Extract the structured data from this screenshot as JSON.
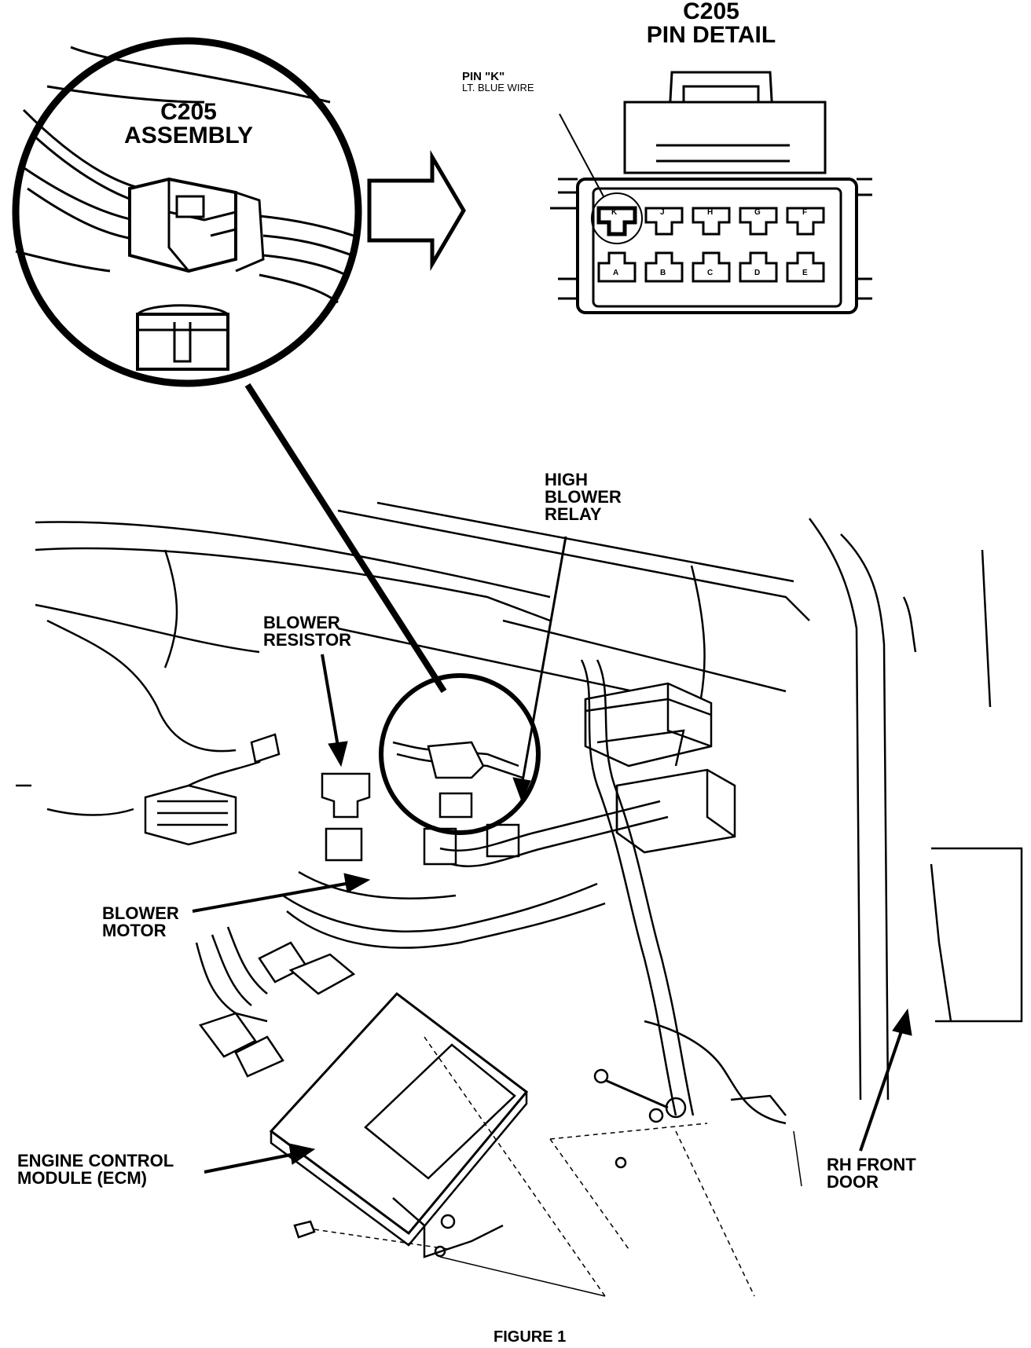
{
  "inset": {
    "title_line1": "C205",
    "title_line2": "ASSEMBLY"
  },
  "pin_detail": {
    "title_line1": "C205",
    "title_line2": "PIN DETAIL",
    "callout_line1": "PIN \"K\"",
    "callout_line2": "LT. BLUE WIRE",
    "top_row_pins": [
      "K",
      "J",
      "H",
      "G",
      "F"
    ],
    "bottom_row_pins": [
      "A",
      "B",
      "C",
      "D",
      "E"
    ]
  },
  "labels": {
    "high_blower_relay_1": "HIGH",
    "high_blower_relay_2": "BLOWER",
    "high_blower_relay_3": "RELAY",
    "blower_resistor_1": "BLOWER",
    "blower_resistor_2": "RESISTOR",
    "blower_motor_1": "BLOWER",
    "blower_motor_2": "MOTOR",
    "ecm_1": "ENGINE CONTROL",
    "ecm_2": "MODULE (ECM)",
    "rh_door_1": "RH FRONT",
    "rh_door_2": "DOOR"
  },
  "caption": "FIGURE 1",
  "colors": {
    "ink": "#000000",
    "paper": "#ffffff"
  }
}
